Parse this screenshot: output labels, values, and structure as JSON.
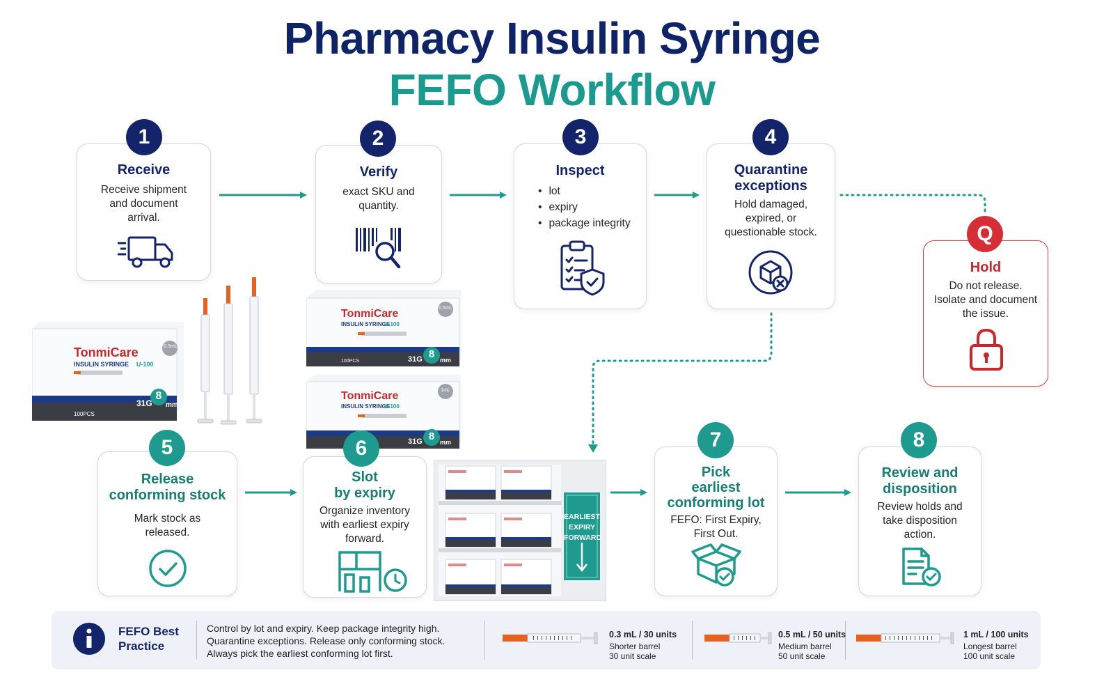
{
  "title": {
    "line1": "Pharmacy Insulin Syringe",
    "line2": "FEFO Workflow"
  },
  "steps": [
    {
      "number": "1",
      "title": "Receive",
      "desc": [
        "Receive shipment",
        "and document",
        "arrival."
      ]
    },
    {
      "number": "2",
      "title": "Verify",
      "desc": [
        "exact SKU and",
        "quantity."
      ]
    },
    {
      "number": "3",
      "title": "Inspect",
      "bullets": [
        "lot",
        "expiry",
        "package integrity"
      ]
    },
    {
      "number": "4",
      "title": [
        "Quarantine",
        "exceptions"
      ],
      "desc": [
        "Hold damaged,",
        "expired, or",
        "questionable stock."
      ]
    },
    {
      "number": "5",
      "title": [
        "Release",
        "conforming stock"
      ],
      "desc": [
        "Mark stock as",
        "released."
      ]
    },
    {
      "number": "6",
      "title": [
        "Slot",
        "by expiry"
      ],
      "desc": [
        "Organize inventory",
        "with earliest expiry",
        "forward."
      ]
    },
    {
      "number": "7",
      "title": [
        "Pick",
        "earliest",
        "conforming lot"
      ],
      "desc": [
        "FEFO: First Expiry,",
        "First Out."
      ]
    },
    {
      "number": "8",
      "title": [
        "Review and",
        "disposition"
      ],
      "desc": [
        "Review holds and",
        "take disposition",
        "action."
      ]
    }
  ],
  "hold": {
    "badge": "Q",
    "title": "Hold",
    "desc": [
      "Do not release.",
      "Isolate and document",
      "the issue."
    ]
  },
  "shelf_sign": [
    "EARLIEST",
    "EXPIRY",
    "FORWARD"
  ],
  "product": {
    "brand": "TonmiCare",
    "line": "INSULIN SYRINGE",
    "strength": "U-100",
    "gauge": "31G",
    "needle_len": "8",
    "unit": "mm",
    "count": "100PCS",
    "volumes": [
      "0.5mL",
      "0.5mL",
      "1mL"
    ]
  },
  "footer": {
    "title": [
      "FEFO Best",
      "Practice"
    ],
    "text": [
      "Control by lot and expiry. Keep package integrity high.",
      "Quarantine exceptions. Release only conforming stock.",
      "Always pick the earliest conforming lot first."
    ],
    "syringes": [
      {
        "label": "0.3 mL / 30 units",
        "sub": [
          "Shorter barrel",
          "30 unit scale"
        ]
      },
      {
        "label": "0.5 mL / 50 units",
        "sub": [
          "Medium barrel",
          "50 unit scale"
        ]
      },
      {
        "label": "1 mL / 100 units",
        "sub": [
          "Longest barrel",
          "100 unit scale"
        ]
      }
    ]
  },
  "colors": {
    "navy": "#13246b",
    "teal": "#1e9a8e",
    "red": "#d32f35",
    "orange": "#e8611f"
  }
}
